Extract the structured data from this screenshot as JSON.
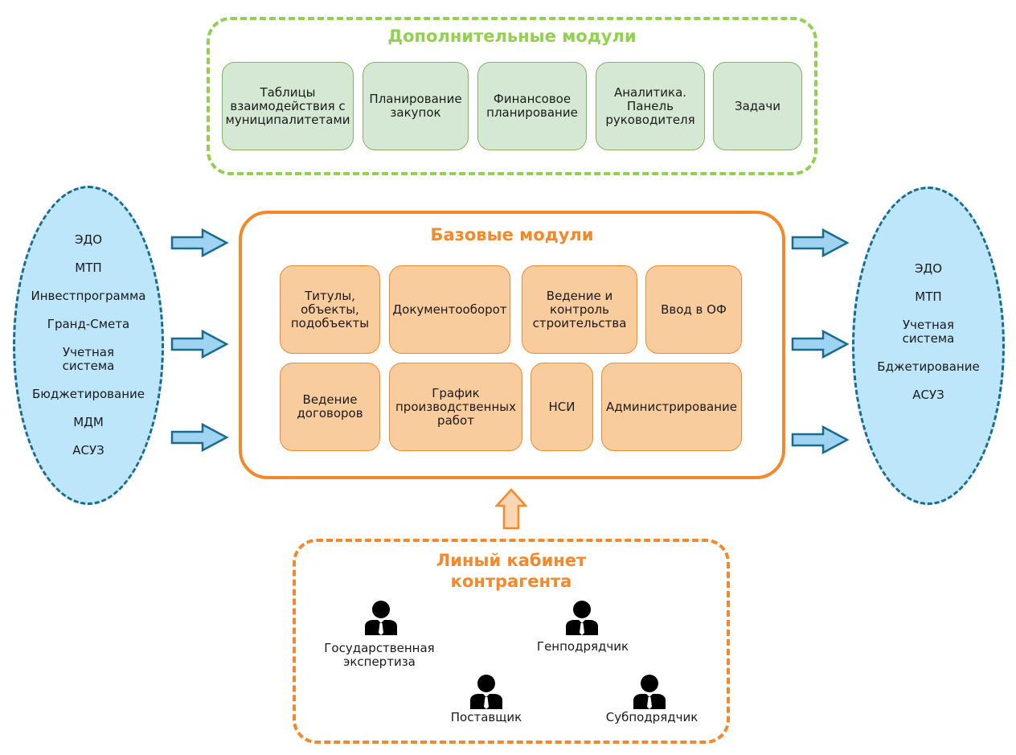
{
  "additional_modules": {
    "title": "Дополнительные модули",
    "items": [
      {
        "label": "Таблицы\nвзаимодействия с\nмуниципалитетами"
      },
      {
        "label": "Планирование\nзакупок"
      },
      {
        "label": "Финансовое\nпланирование"
      },
      {
        "label": "Аналитика.\nПанель\nруководителя"
      },
      {
        "label": "Задачи"
      }
    ]
  },
  "base_modules": {
    "title": "Базовые модули",
    "items": [
      {
        "label": "Титулы,\nобъекты,\nподобъекты"
      },
      {
        "label": "Документооборот"
      },
      {
        "label": "Ведение и\nконтроль\nстроительства"
      },
      {
        "label": "Ввод в ОФ"
      },
      {
        "label": "Ведение\nдоговоров"
      },
      {
        "label": "График\nпроизводственных\nработ"
      },
      {
        "label": "НСИ"
      },
      {
        "label": "Администрирование"
      }
    ]
  },
  "left_systems": [
    "ЭДО",
    "МТП",
    "Инвестпрограмма",
    "Гранд-Смета",
    "Учетная\nсистема",
    "Бюджетирование",
    "МДМ",
    "АСУЗ"
  ],
  "right_systems": [
    "ЭДО",
    "МТП",
    "Учетная\nсистема",
    "Бджетирование",
    "АСУЗ"
  ],
  "cabinet": {
    "title": "Линый кабинет\nконтрагента",
    "persons": [
      {
        "label": "Государственная\nэкспертиза"
      },
      {
        "label": "Генподрядчик"
      },
      {
        "label": "Поставщик"
      },
      {
        "label": "Субподрядчик"
      }
    ]
  },
  "colors": {
    "green": "#92d050",
    "orange": "#f4882a",
    "blue_border": "#1b6a90",
    "blue_fill": "#bde6fb"
  }
}
